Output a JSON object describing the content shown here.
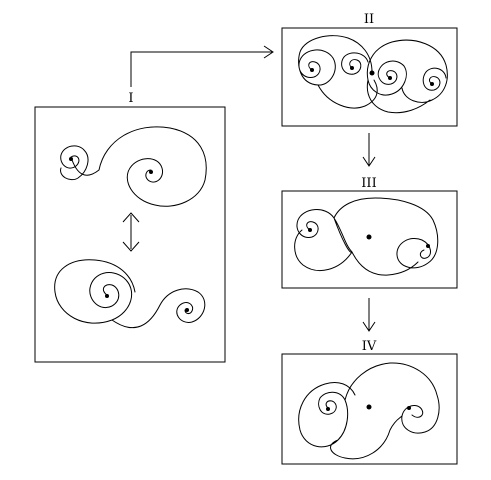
{
  "panels": [
    {
      "id": "I",
      "label": "I"
    },
    {
      "id": "II",
      "label": "II"
    },
    {
      "id": "III",
      "label": "III"
    },
    {
      "id": "IV",
      "label": "IV"
    }
  ],
  "colors": {
    "stroke": "#000000",
    "background": "#ffffff"
  }
}
